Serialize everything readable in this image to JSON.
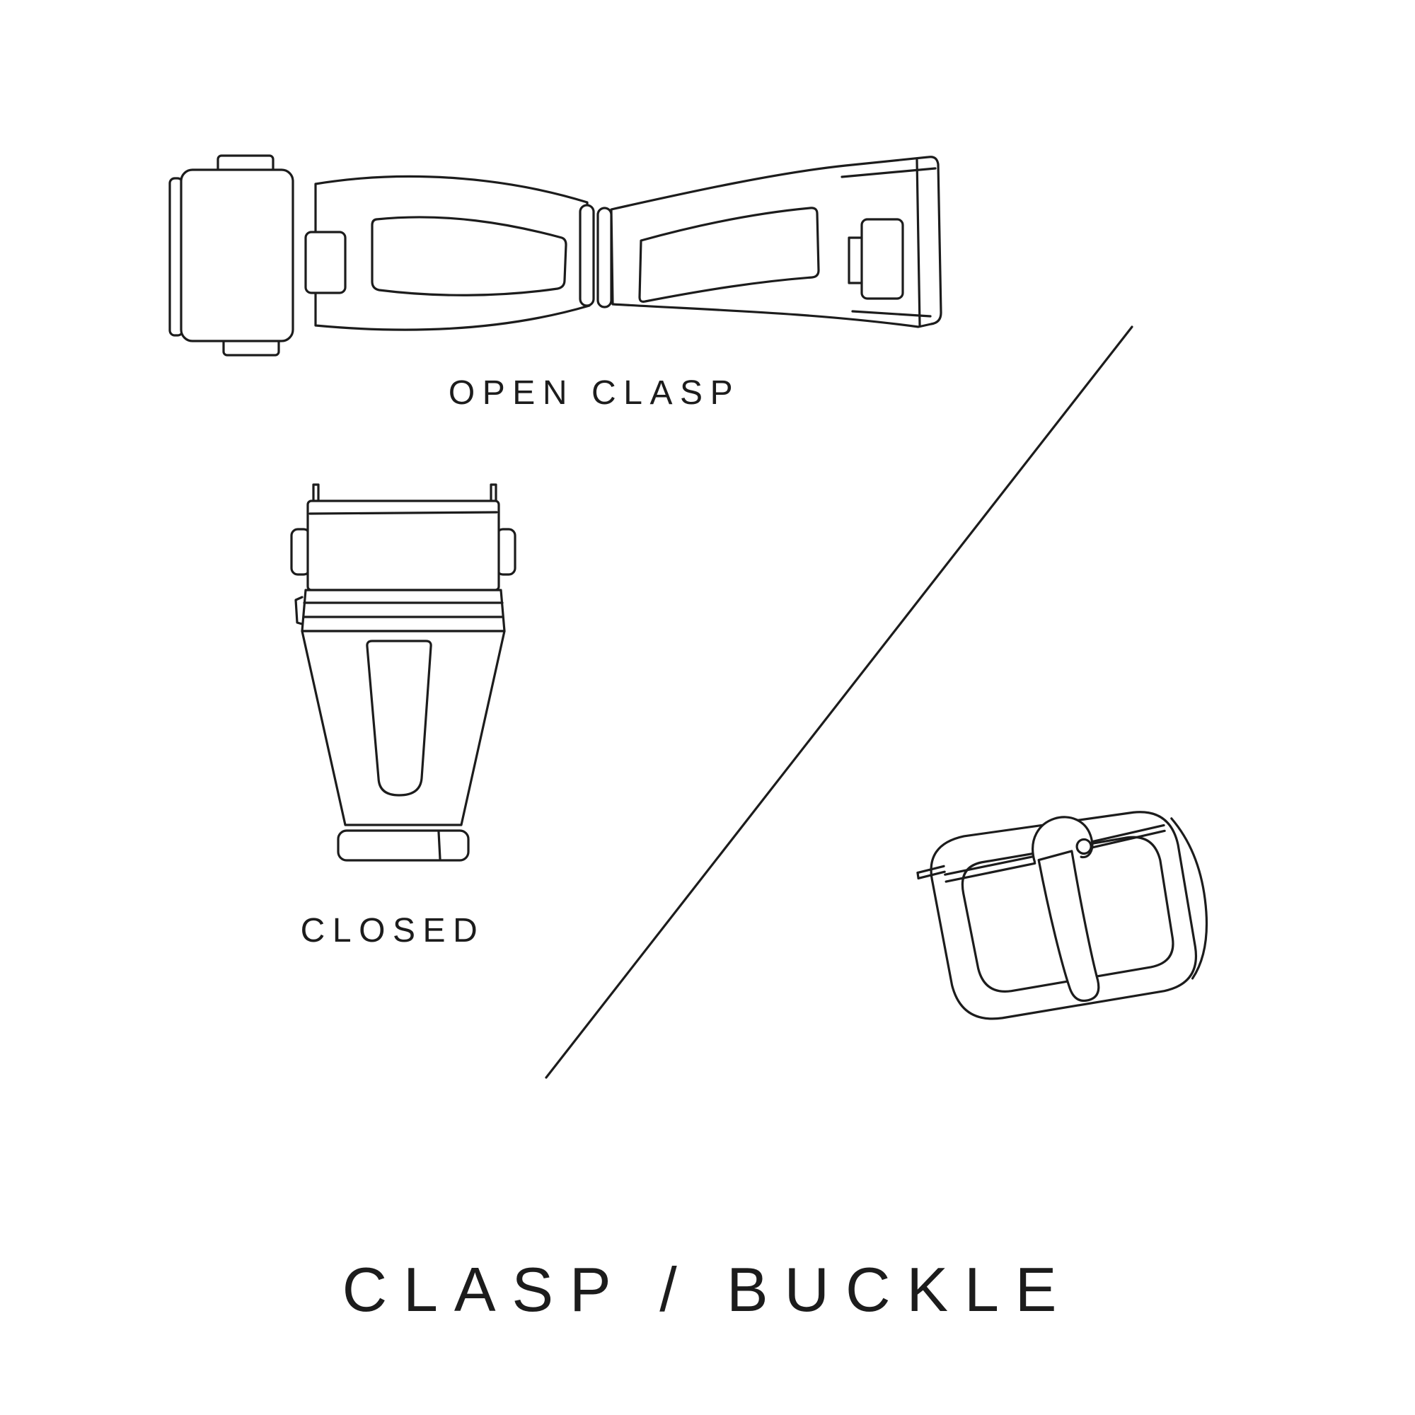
{
  "page": {
    "background": "#ffffff"
  },
  "colors": {
    "line": "#1c1c1c",
    "text": "#1c1c1c"
  },
  "labels": {
    "open_clasp": "OPEN CLASP",
    "closed": "CLOSED",
    "title": "CLASP / BUCKLE"
  },
  "illustrations": [
    {
      "name": "open-clasp",
      "caption": "OPEN CLASP"
    },
    {
      "name": "closed-clasp",
      "caption": "CLOSED"
    },
    {
      "name": "tang-buckle",
      "caption": ""
    }
  ]
}
